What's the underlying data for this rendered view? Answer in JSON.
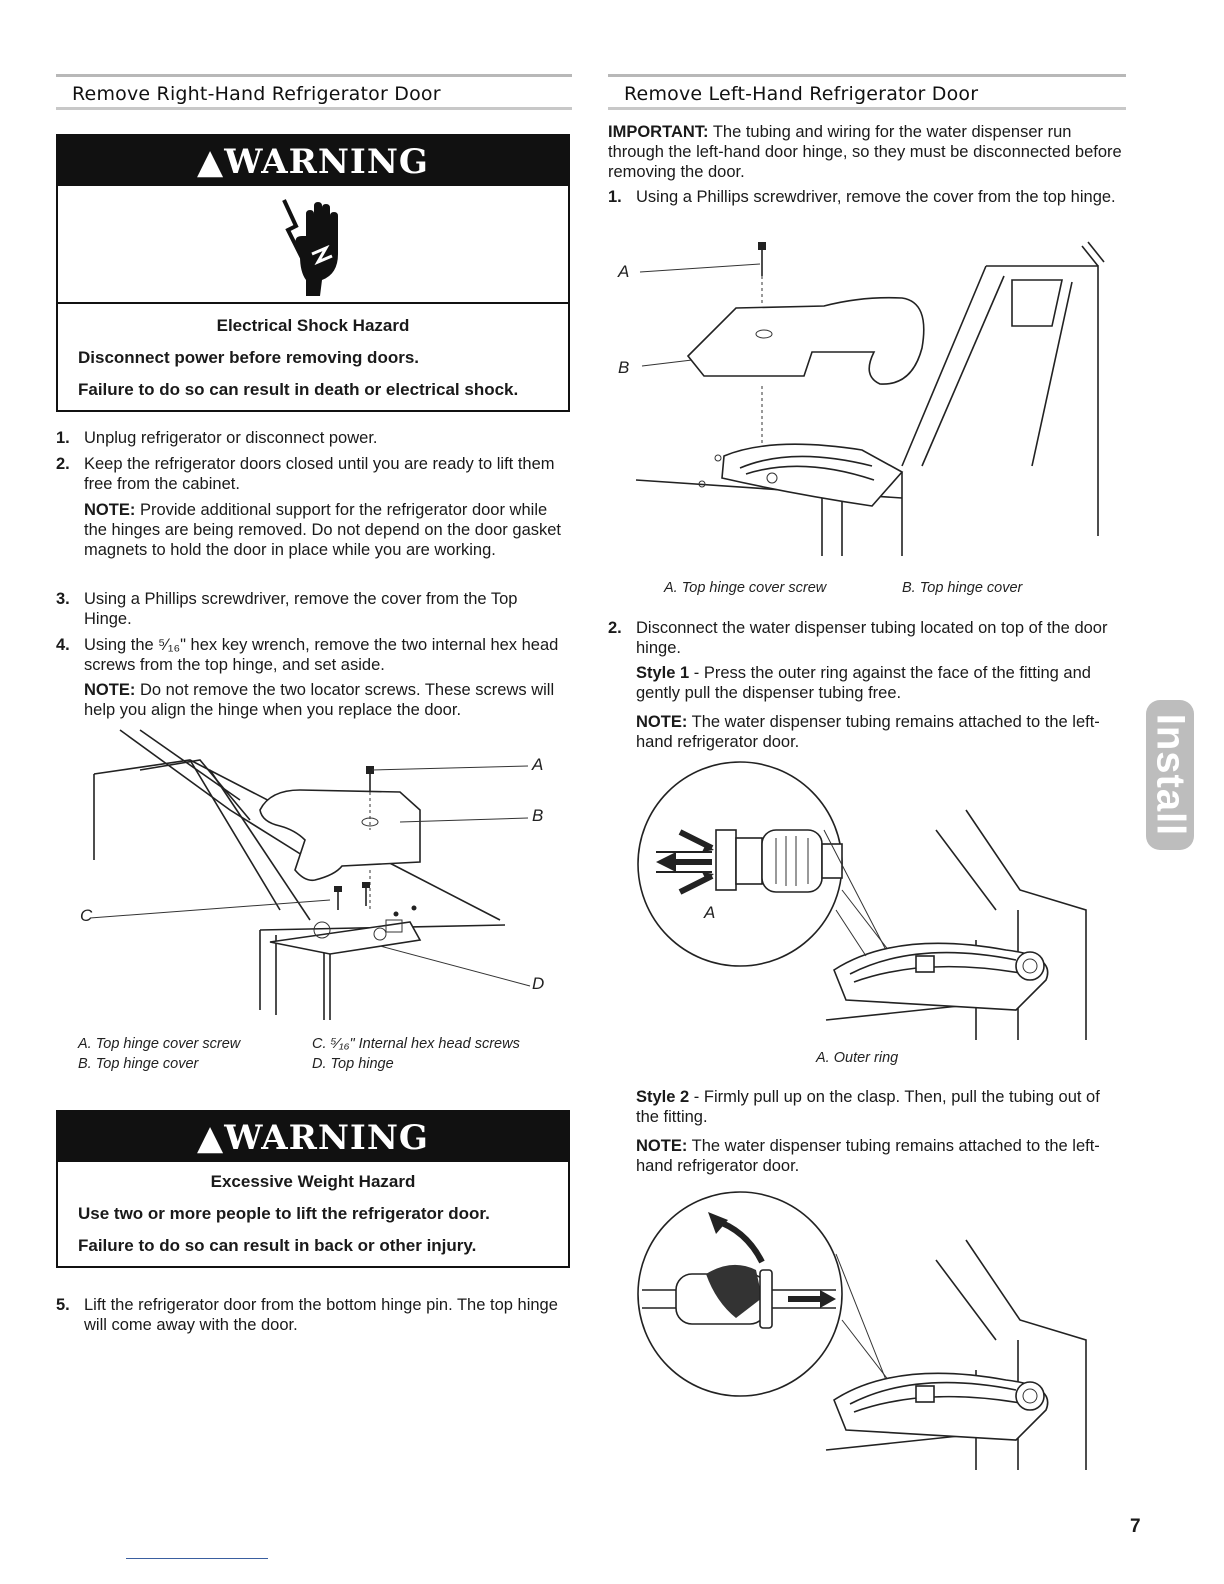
{
  "left": {
    "heading": "Remove Right-Hand Refrigerator Door",
    "warning1": {
      "title": "WARNING",
      "hazard": "Electrical Shock Hazard",
      "line1": "Disconnect power before removing doors.",
      "line2": "Failure to do so can result in death or electrical shock."
    },
    "steps": [
      {
        "num": "1.",
        "text": "Unplug refrigerator or disconnect power."
      },
      {
        "num": "2.",
        "text": "Keep the refrigerator doors closed until you are ready to lift them free from the cabinet."
      },
      {
        "num": "3.",
        "text": "Using a Phillips screwdriver, remove the cover from the Top Hinge."
      },
      {
        "num": "4.",
        "text": "Using the ⁵⁄₁₆\" hex key wrench, remove the two internal hex head screws from the top hinge, and set aside."
      },
      {
        "num": "5.",
        "text": "Lift the refrigerator door from the bottom hinge pin. The top hinge will come away with the door."
      }
    ],
    "note1_label": "NOTE:",
    "note1_text": "Provide additional support for the refrigerator door while the hinges are being removed. Do not depend on the door gasket magnets to hold the door in place while you are working.",
    "note2_label": "NOTE:",
    "note2_text": "Do not remove the two locator screws. These screws will help you align the hinge when you replace the door.",
    "figure": {
      "callouts": [
        "A",
        "B",
        "C",
        "D"
      ],
      "captions": {
        "a": "A. Top hinge cover screw",
        "b": "B. Top hinge cover",
        "c": "C. ⁵⁄₁₆\" Internal hex head screws",
        "d": "D. Top hinge"
      }
    },
    "warning2": {
      "title": "WARNING",
      "hazard": "Excessive Weight Hazard",
      "line1": "Use two or more people to lift the refrigerator door.",
      "line2": "Failure to do so can result in back or other injury."
    }
  },
  "right": {
    "heading": "Remove Left-Hand Refrigerator Door",
    "important_label": "IMPORTANT:",
    "important_text": "The tubing and wiring for the water dispenser run through the left-hand door hinge, so they must be disconnected before removing the door.",
    "steps": [
      {
        "num": "1.",
        "text": "Using a Phillips screwdriver, remove the cover from the top hinge."
      },
      {
        "num": "2.",
        "text": "Disconnect the water dispenser tubing located on top of the door hinge."
      }
    ],
    "figure1": {
      "callouts": [
        "A",
        "B"
      ],
      "caption_a": "A. Top hinge cover screw",
      "caption_b": "B. Top hinge cover"
    },
    "style1_label": "Style 1",
    "style1_text": "- Press the outer ring against the face of the fitting and gently pull the dispenser tubing free.",
    "note_label": "NOTE:",
    "note_text": "The water dispenser tubing remains attached to the left-hand refrigerator door.",
    "figure2": {
      "callout": "A",
      "caption": "A. Outer ring"
    },
    "style2_label": "Style 2",
    "style2_text": "- Firmly pull up on the clasp. Then, pull the tubing out of the fitting.",
    "note2_label": "NOTE:",
    "note2_text": "The water dispenser tubing remains attached to the left-hand refrigerator door."
  },
  "side_tab": "Install",
  "page_number": "7"
}
